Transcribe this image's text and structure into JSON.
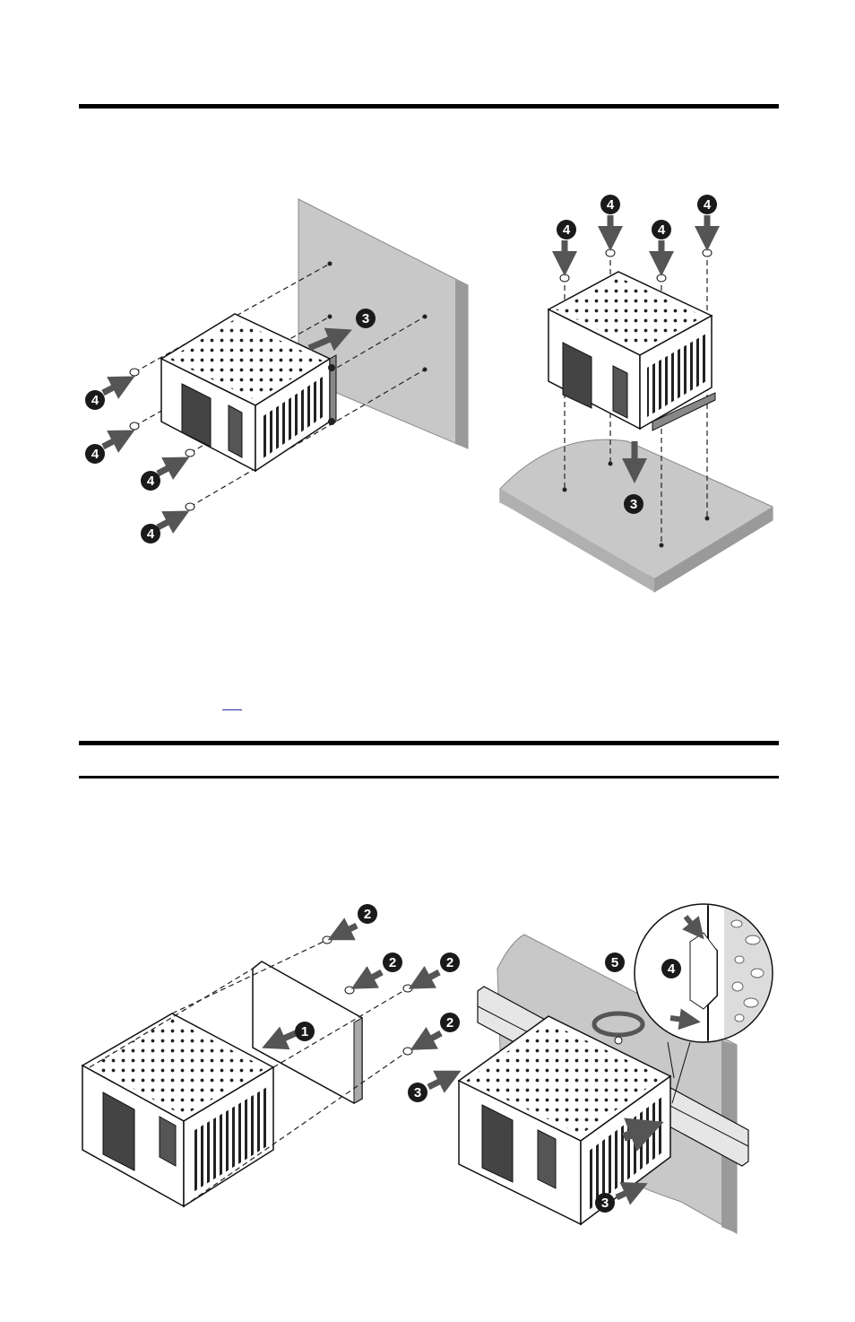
{
  "callouts": {
    "fig1_arrow": "3",
    "fig1_screws": [
      "4",
      "4",
      "4",
      "4"
    ],
    "fig2_arrow": "3",
    "fig2_screws": [
      "4",
      "4",
      "4",
      "4"
    ],
    "fig3_plate": "1",
    "fig3_screws": [
      "2",
      "2",
      "2",
      "2"
    ],
    "fig3_rail_a": "3",
    "fig3_rail_b": "3",
    "fig3_clip": "4",
    "fig3_rotate": "5"
  },
  "colors": {
    "wall": "#c8c8c8",
    "wall_edge": "#9a9a9a",
    "device_body": "#ffffff",
    "arrow": "#555555",
    "callout": "#1a1a1a"
  },
  "icons": [
    "panel-mount-figure",
    "floor-mount-figure",
    "din-rail-mount-figure"
  ]
}
